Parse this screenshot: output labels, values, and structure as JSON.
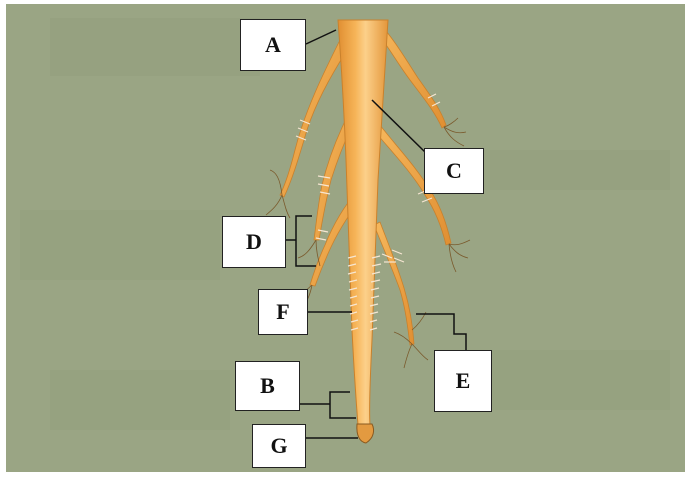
{
  "diagram": {
    "labels": {
      "A": "A",
      "B": "B",
      "C": "C",
      "D": "D",
      "E": "E",
      "F": "F",
      "G": "G"
    }
  },
  "colors": {
    "background": "#9aa584",
    "root_fill": "#f2a94a",
    "root_highlight": "#fcd08a",
    "root_shadow": "#d98a2e",
    "root_hair": "#f6e6d2",
    "leader_line": "#111111"
  }
}
